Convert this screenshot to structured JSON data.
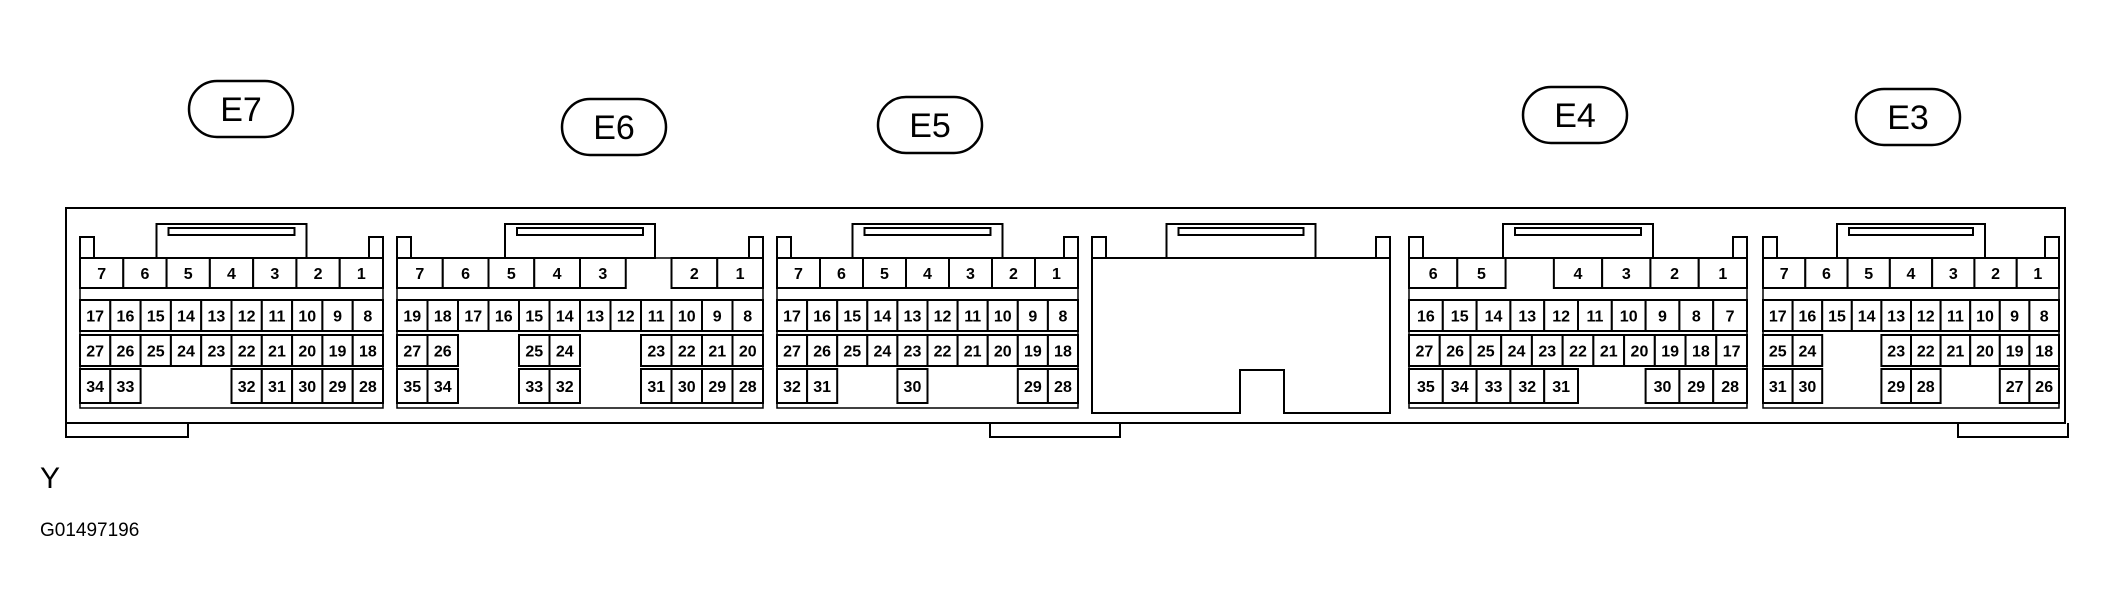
{
  "view_letter": "Y",
  "figure_code": "G01497196",
  "connectors": [
    {
      "id": "E7",
      "label": "E7",
      "rows": [
        [
          "7",
          "6",
          "5",
          "4",
          "3",
          "2",
          "1"
        ],
        [
          "17",
          "16",
          "15",
          "14",
          "13",
          "12",
          "11",
          "10",
          "9",
          "8"
        ],
        [
          "27",
          "26",
          "25",
          "24",
          "23",
          "22",
          "21",
          "20",
          "19",
          "18"
        ],
        [
          "34",
          "33",
          "",
          "",
          "",
          "32",
          "31",
          "30",
          "29",
          "28"
        ]
      ]
    },
    {
      "id": "E6",
      "label": "E6",
      "rows": [
        [
          "7",
          "6",
          "5",
          "4",
          "3",
          "",
          "2",
          "1"
        ],
        [
          "19",
          "18",
          "17",
          "16",
          "15",
          "14",
          "13",
          "12",
          "11",
          "10",
          "9",
          "8"
        ],
        [
          "27",
          "26",
          "",
          "",
          "25",
          "24",
          "",
          "",
          "23",
          "22",
          "21",
          "20"
        ],
        [
          "35",
          "34",
          "",
          "",
          "33",
          "32",
          "",
          "",
          "31",
          "30",
          "29",
          "28"
        ]
      ]
    },
    {
      "id": "E5",
      "label": "E5",
      "rows": [
        [
          "7",
          "6",
          "5",
          "4",
          "3",
          "2",
          "1"
        ],
        [
          "17",
          "16",
          "15",
          "14",
          "13",
          "12",
          "11",
          "10",
          "9",
          "8"
        ],
        [
          "27",
          "26",
          "25",
          "24",
          "23",
          "22",
          "21",
          "20",
          "19",
          "18"
        ],
        [
          "32",
          "31",
          "",
          "",
          "30",
          "",
          "",
          "",
          "29",
          "28"
        ]
      ]
    },
    {
      "id": "blank",
      "label": "",
      "rows": []
    },
    {
      "id": "E4",
      "label": "E4",
      "rows": [
        [
          "6",
          "5",
          "",
          "4",
          "3",
          "2",
          "1"
        ],
        [
          "16",
          "15",
          "14",
          "13",
          "12",
          "11",
          "10",
          "9",
          "8",
          "7"
        ],
        [
          "27",
          "26",
          "25",
          "24",
          "23",
          "22",
          "21",
          "20",
          "19",
          "18",
          "17"
        ],
        [
          "35",
          "34",
          "33",
          "32",
          "31",
          "",
          "",
          "30",
          "29",
          "28"
        ]
      ]
    },
    {
      "id": "E3",
      "label": "E3",
      "rows": [
        [
          "7",
          "6",
          "5",
          "4",
          "3",
          "2",
          "1"
        ],
        [
          "17",
          "16",
          "15",
          "14",
          "13",
          "12",
          "11",
          "10",
          "9",
          "8"
        ],
        [
          "25",
          "24",
          "",
          "",
          "23",
          "22",
          "21",
          "20",
          "19",
          "18"
        ],
        [
          "31",
          "30",
          "",
          "",
          "29",
          "28",
          "",
          "",
          "27",
          "26"
        ]
      ]
    }
  ]
}
